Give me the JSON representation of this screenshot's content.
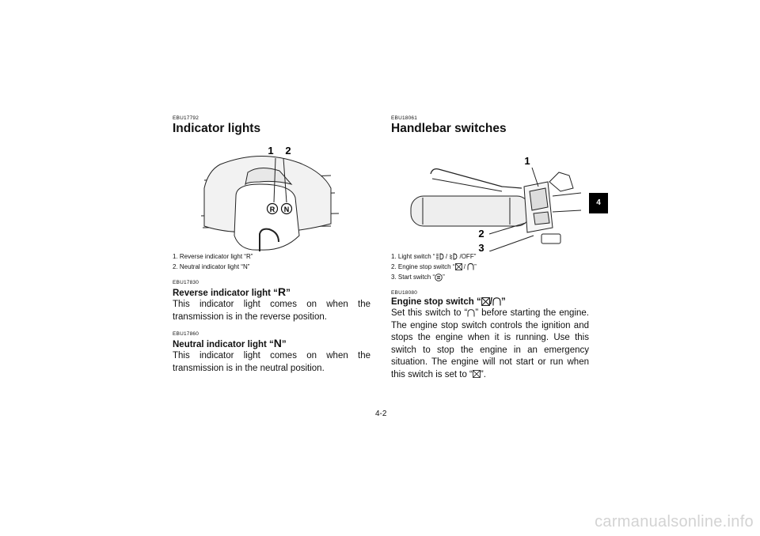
{
  "left": {
    "section_code": "EBU17792",
    "title": "Indicator lights",
    "figure_labels": [
      "1",
      "2"
    ],
    "indicator_letters": [
      "R",
      "N"
    ],
    "captions": [
      {
        "num": "1.",
        "text": "Reverse indicator light “R”"
      },
      {
        "num": "2.",
        "text": "Neutral indicator light “N”"
      }
    ],
    "reverse": {
      "code": "EBU17830",
      "heading_prefix": "Reverse indicator light “",
      "heading_symbol": "R",
      "heading_suffix": "”",
      "body": "This indicator light comes on when the transmission is in the reverse position."
    },
    "neutral": {
      "code": "EBU17860",
      "heading_prefix": "Neutral indicator light “",
      "heading_symbol": "N",
      "heading_suffix": "”",
      "body": "This indicator light comes on when the transmission is in the neutral position."
    }
  },
  "right": {
    "section_code": "EBU18061",
    "title": "Handlebar switches",
    "figure_labels": [
      "1",
      "2",
      "3"
    ],
    "captions": [
      {
        "num": "1.",
        "prefix": "Light switch “",
        "mid1": " / ",
        "suffix": " /OFF”"
      },
      {
        "num": "2.",
        "prefix": "Engine stop switch “",
        "mid1": " / ",
        "suffix": "”"
      },
      {
        "num": "3.",
        "prefix": "Start switch “",
        "suffix": "”"
      }
    ],
    "engine_stop": {
      "code": "EBU18080",
      "heading_prefix": "Engine stop switch “",
      "heading_mid": "/",
      "heading_suffix": "”",
      "body_1": "Set this switch to “",
      "body_2": "” before starting the engine. The engine stop switch controls the ignition and stops the engine when it is running. Use this switch to stop the engine in an emergency situation. The engine will not start or run when this switch is set to “",
      "body_3": "”."
    }
  },
  "side_tab": "4",
  "page_number": "4-2",
  "watermark": "carmanualsonline.info"
}
